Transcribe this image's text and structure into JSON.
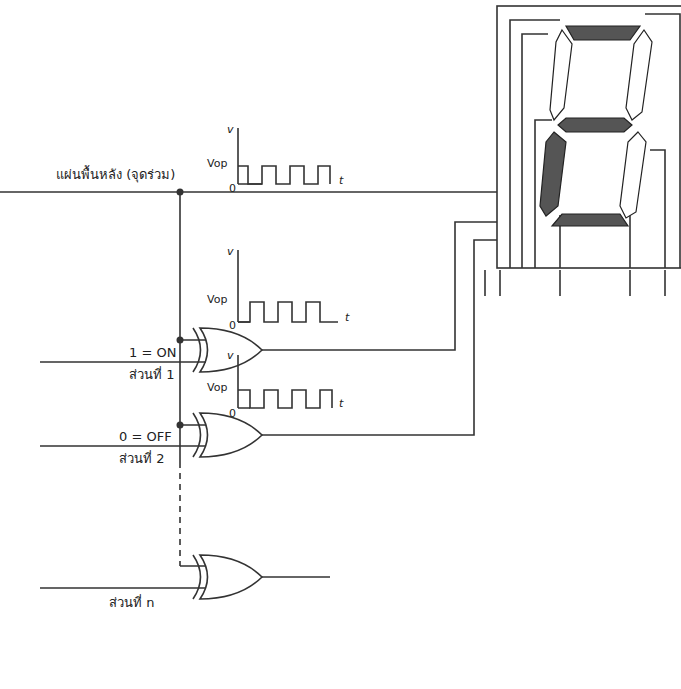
{
  "diagram": {
    "labels": [
      "แผ่นพื้นหลัง (จุดร่วม)",
      "v",
      "Vop",
      "0",
      "t",
      "v",
      "Vop",
      "0",
      "t",
      "1 = ON",
      "ส่วนที่ 1",
      "v",
      "Vop",
      "0",
      "t",
      "0 = OFF",
      "ส่วนที่ 2",
      "ส่วนที่ n"
    ]
  }
}
